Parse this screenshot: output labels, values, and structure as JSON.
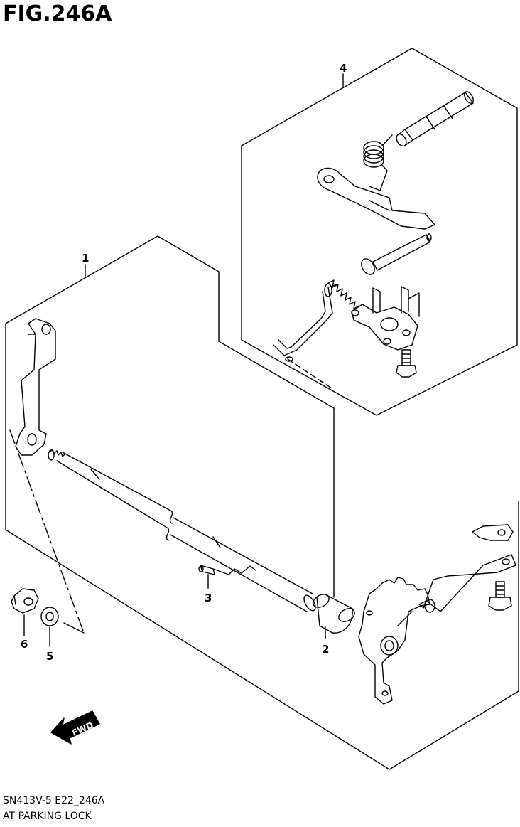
{
  "figure": {
    "title": "FIG.246A"
  },
  "callouts": {
    "c1": "1",
    "c2": "2",
    "c3": "3",
    "c4": "4",
    "c5": "5",
    "c6": "6"
  },
  "fwd_label": "FWD",
  "footer": {
    "code": "SN413V-5 E22_246A",
    "name": "AT PARKING LOCK"
  },
  "colors": {
    "line": "#000000",
    "background": "#ffffff"
  }
}
